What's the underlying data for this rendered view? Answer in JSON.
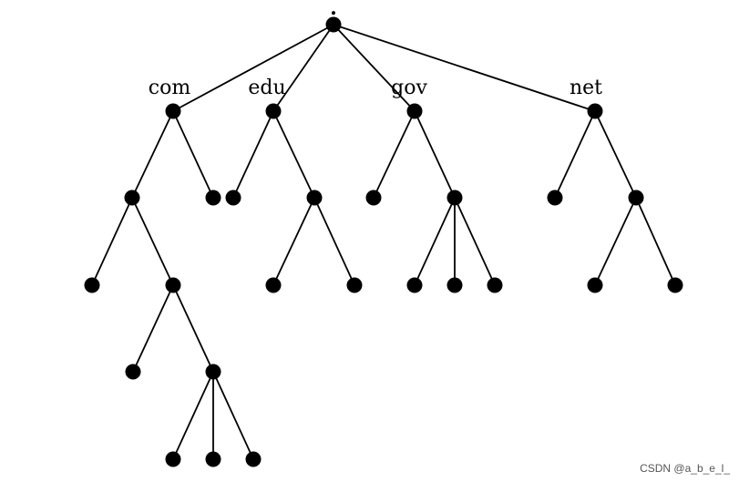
{
  "diagram": {
    "root_label": ".",
    "domains": [
      "com",
      "edu",
      "gov",
      "net"
    ],
    "colors": {
      "node": "#000000",
      "edge": "#000000",
      "background": "#ffffff"
    }
  },
  "watermark": "CSDN @a_b_e_l_"
}
